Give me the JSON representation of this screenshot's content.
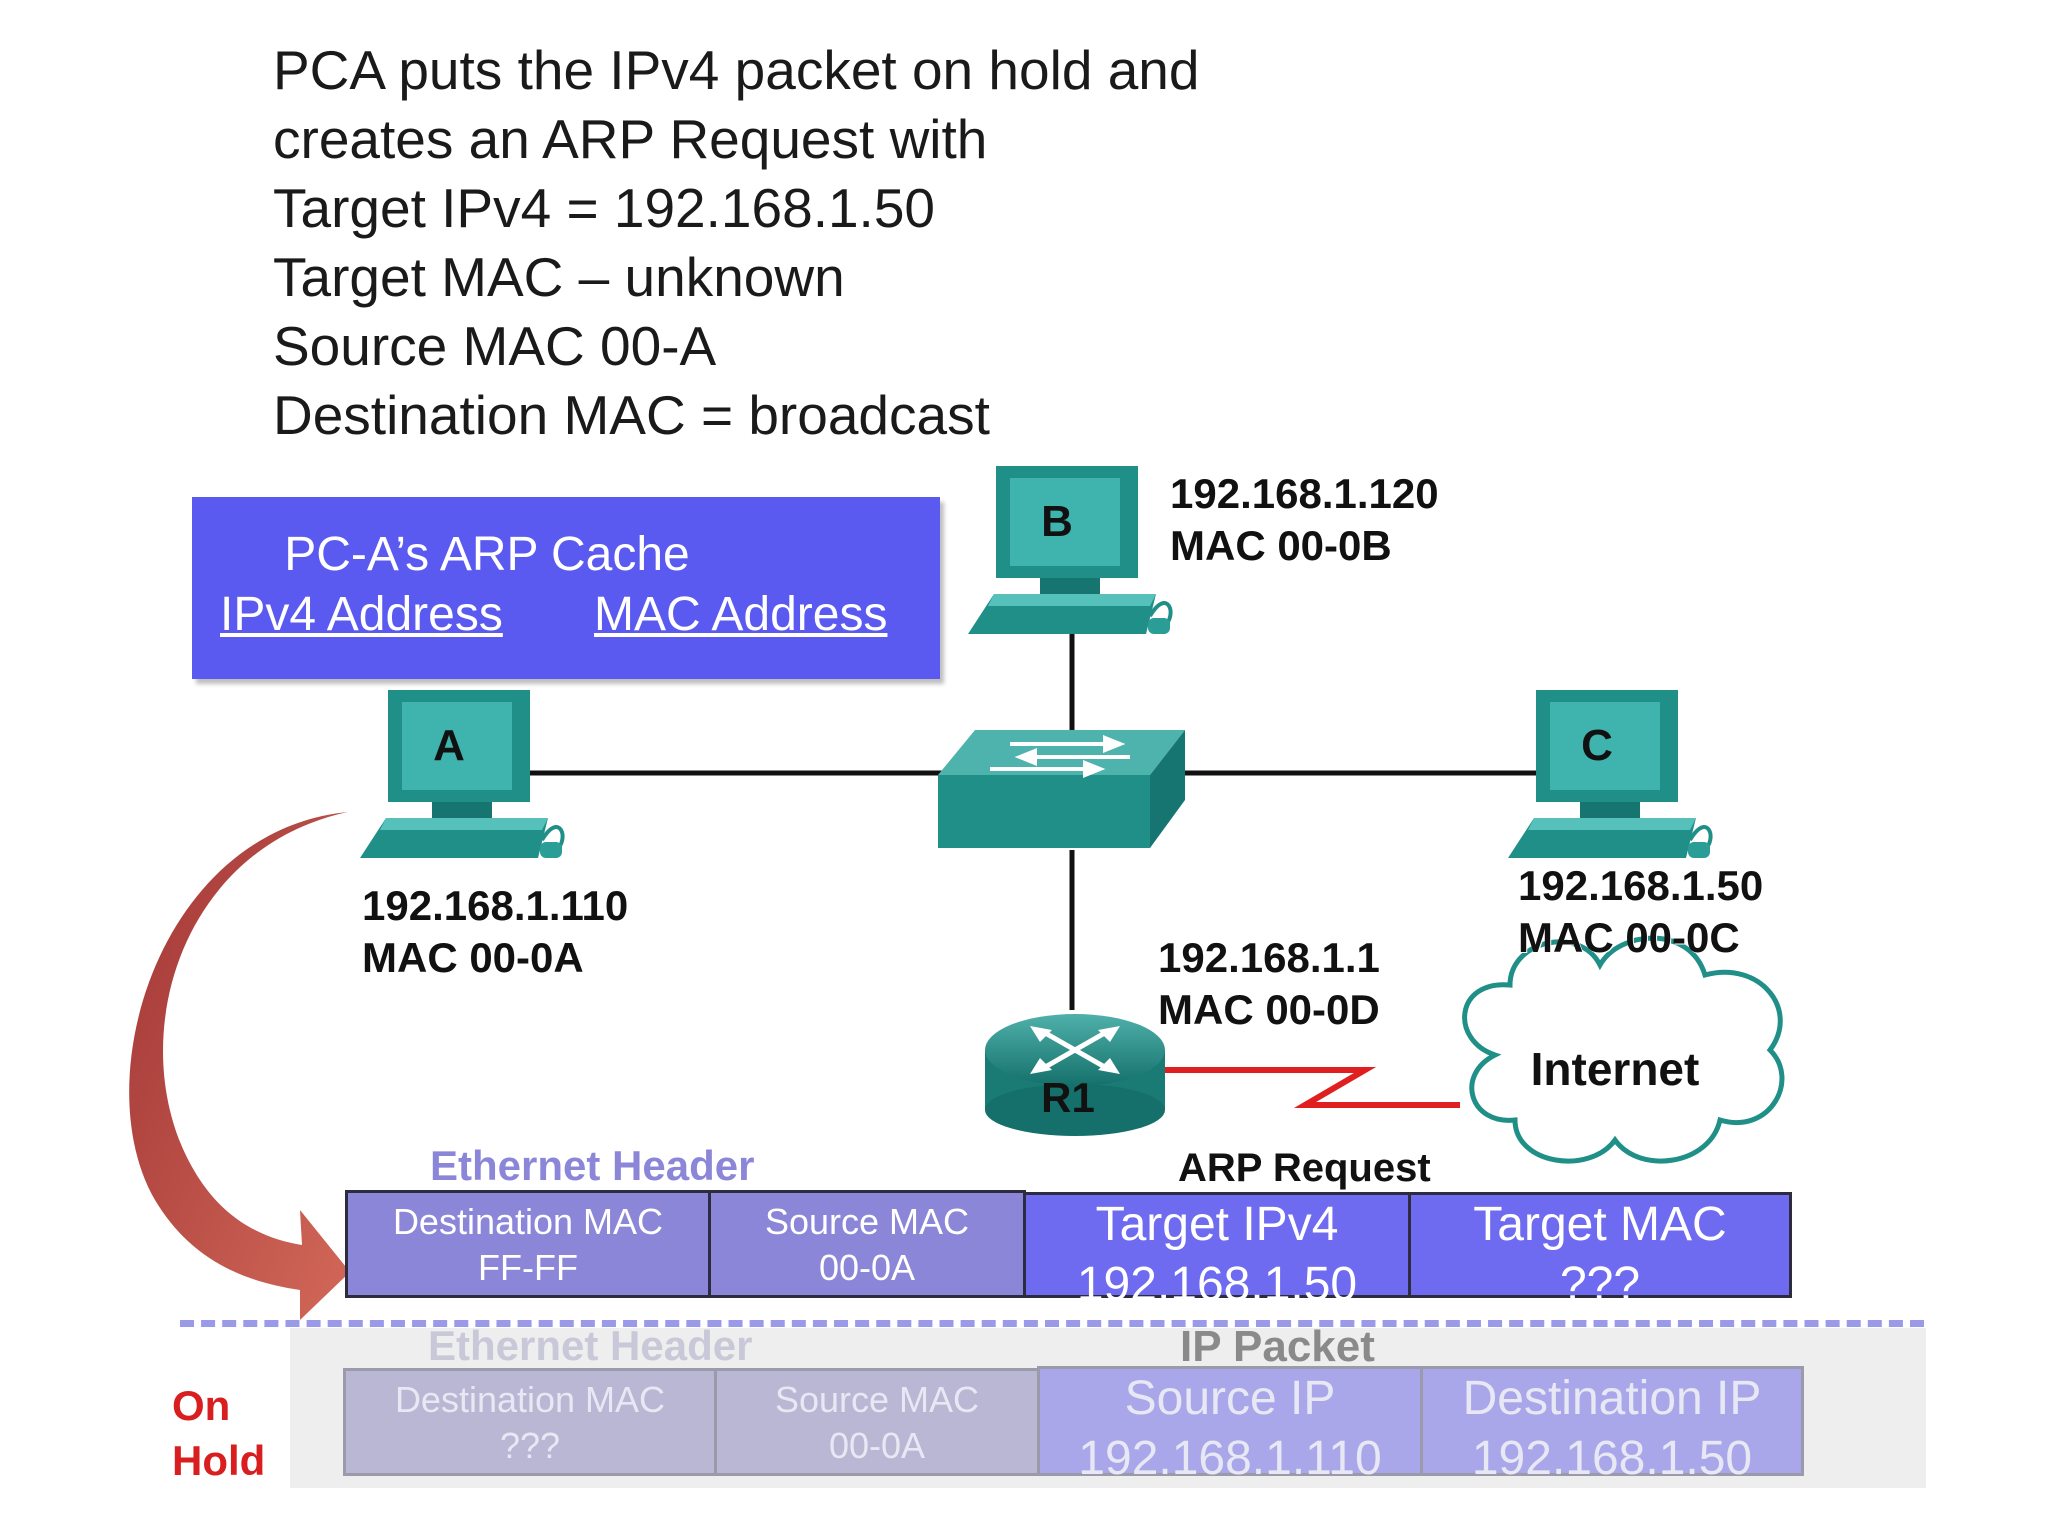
{
  "intro": {
    "lines": [
      "PCA puts the IPv4 packet on hold and",
      "creates an ARP Request with",
      "Target IPv4 = 192.168.1.50",
      "Target MAC – unknown",
      "Source MAC 00-A",
      "Destination MAC = broadcast"
    ]
  },
  "arp_cache": {
    "title": "PC-A’s ARP Cache",
    "col_ipv4": "IPv4 Address",
    "col_mac": "MAC Address"
  },
  "hosts": {
    "a": {
      "letter": "A",
      "ip": "192.168.1.110",
      "mac": "MAC 00-0A"
    },
    "b": {
      "letter": "B",
      "ip": "192.168.1.120",
      "mac": "MAC 00-0B"
    },
    "c": {
      "letter": "C",
      "ip": "192.168.1.50",
      "mac": "MAC 00-0C"
    }
  },
  "router": {
    "name": "R1",
    "ip": "192.168.1.1",
    "mac": "MAC 00-0D"
  },
  "cloud": {
    "label": "Internet"
  },
  "arp_frame": {
    "ethernet_header_label": "Ethernet Header",
    "arp_request_label": "ARP Request",
    "dest_mac_label": "Destination MAC",
    "dest_mac_value": "FF-FF",
    "src_mac_label": "Source MAC",
    "src_mac_value": "00-0A",
    "target_ipv4_label": "Target IPv4",
    "target_ipv4_value": "192.168.1.50",
    "target_mac_label": "Target MAC",
    "target_mac_value": "???"
  },
  "held_packet": {
    "status": [
      "On",
      "Hold"
    ],
    "ethernet_header_label": "Ethernet Header",
    "ip_packet_label": "IP Packet",
    "dest_mac_label": "Destination MAC",
    "dest_mac_value": "???",
    "src_mac_label": "Source MAC",
    "src_mac_value": "00-0A",
    "src_ip_label": "Source IP",
    "src_ip_value": "192.168.1.110",
    "dest_ip_label": "Destination IP",
    "dest_ip_value": "192.168.1.50"
  },
  "colors": {
    "pc_teal": "#1f8f88",
    "screen_teal": "#3fb3ad",
    "cache_blue": "#5a5af0",
    "arrow_red": "#b83a3a",
    "serial_red": "#e02020",
    "on_hold_red": "#d81e1e"
  }
}
